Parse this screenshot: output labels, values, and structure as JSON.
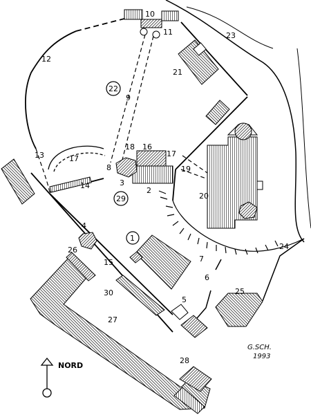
{
  "north": {
    "label": "NORD"
  },
  "signature": {
    "initials": "G.SCH.",
    "year": "1993"
  },
  "labels": {
    "l1": "1",
    "l2": "2",
    "l3": "3",
    "l4": "4",
    "l5": "5",
    "l6": "6",
    "l7": "7",
    "l8": "8",
    "l9": "9",
    "l10": "10",
    "l11": "11",
    "l12": "12",
    "l13": "13",
    "l14": "14",
    "l15": "15",
    "l16": "16",
    "l17a": "17",
    "l17b": "17",
    "l18": "18",
    "l19": "19",
    "l20": "20",
    "l21": "21",
    "l22": "22",
    "l23": "23",
    "l24": "24",
    "l25": "25",
    "l26": "26",
    "l27": "27",
    "l28": "28",
    "l29": "29",
    "l30": "30"
  },
  "colors": {
    "ink": "#000000",
    "paper": "#ffffff"
  }
}
